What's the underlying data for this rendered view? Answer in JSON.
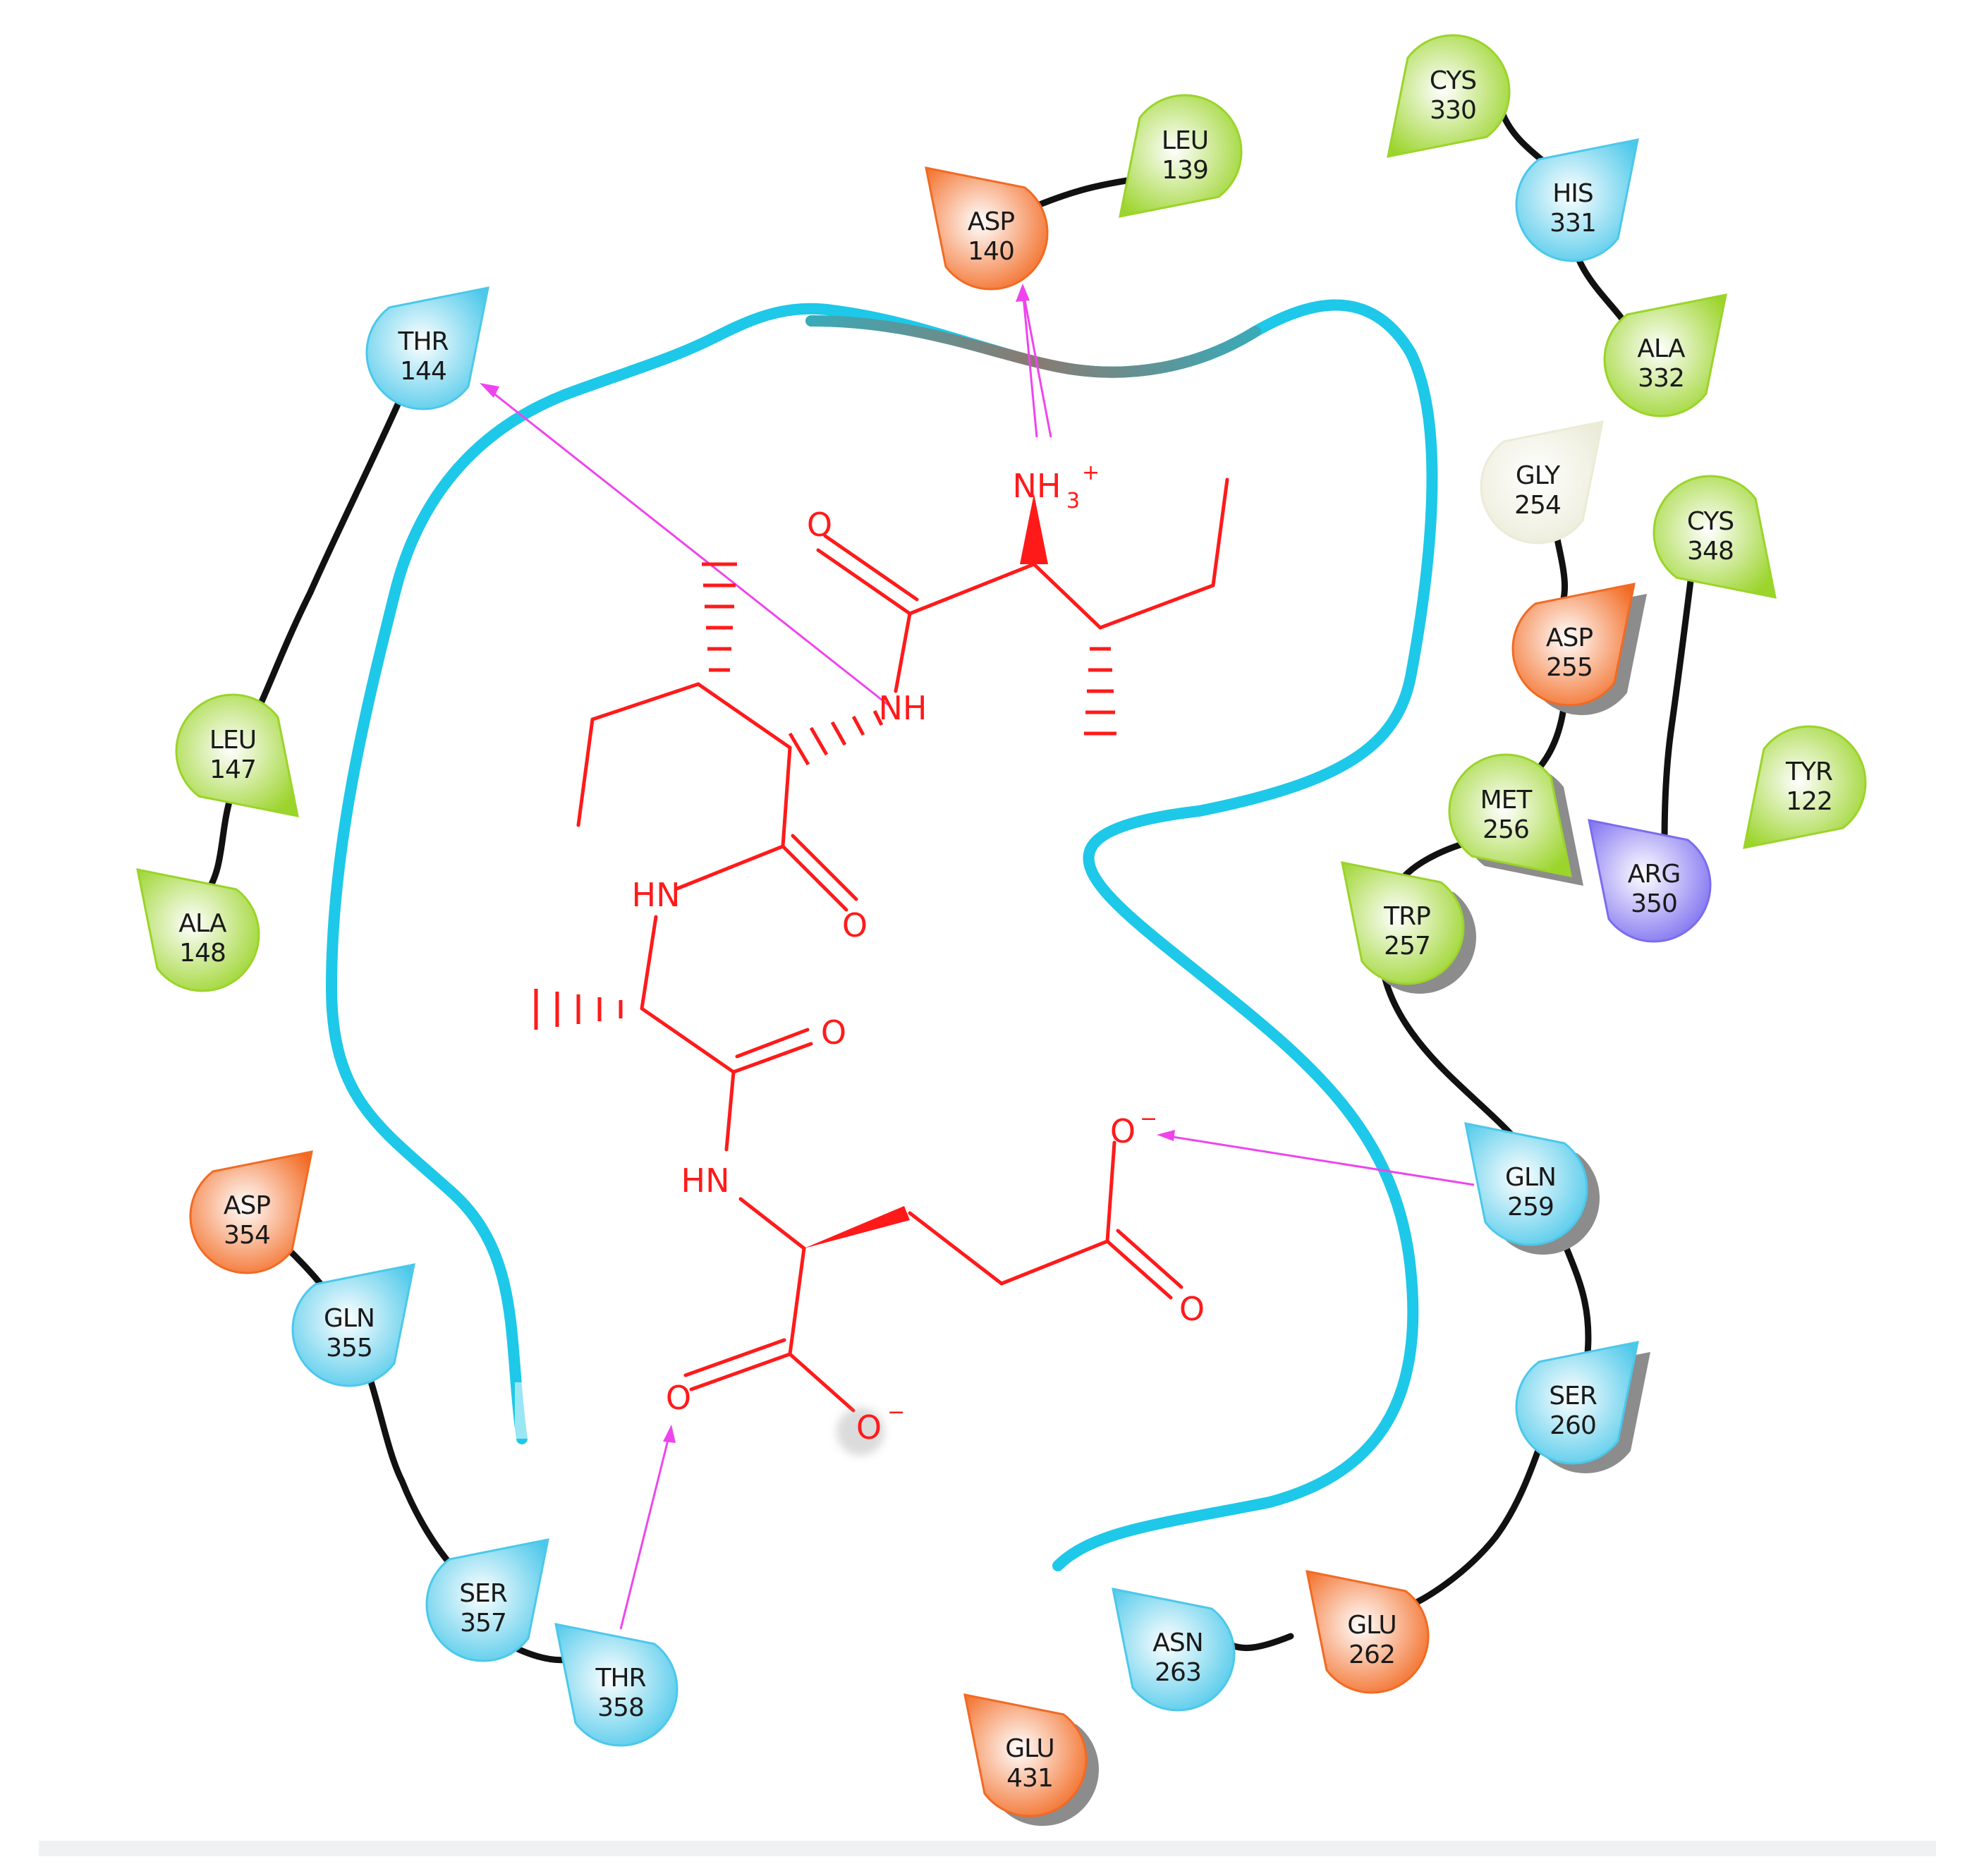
{
  "colors": {
    "hydrophobic": "#9bd42a",
    "polar": "#4cc8ea",
    "negative": "#f26a22",
    "positive": "#7a6cf0",
    "glycine": "#ebebd8",
    "ligand": "#ff1a1a",
    "hbond": "#ee44ee",
    "pocket": "#1ec8e8",
    "chain": "#111111"
  },
  "residues": [
    {
      "id": "asp140",
      "name": "ASP",
      "num": "140",
      "type": "negative"
    },
    {
      "id": "leu139",
      "name": "LEU",
      "num": "139",
      "type": "hydrophobic"
    },
    {
      "id": "cys330",
      "name": "CYS",
      "num": "330",
      "type": "hydrophobic"
    },
    {
      "id": "his331",
      "name": "HIS",
      "num": "331",
      "type": "polar"
    },
    {
      "id": "ala332",
      "name": "ALA",
      "num": "332",
      "type": "hydrophobic"
    },
    {
      "id": "thr144",
      "name": "THR",
      "num": "144",
      "type": "polar"
    },
    {
      "id": "leu147",
      "name": "LEU",
      "num": "147",
      "type": "hydrophobic"
    },
    {
      "id": "ala148",
      "name": "ALA",
      "num": "148",
      "type": "hydrophobic"
    },
    {
      "id": "gly254",
      "name": "GLY",
      "num": "254",
      "type": "glycine"
    },
    {
      "id": "cys348",
      "name": "CYS",
      "num": "348",
      "type": "hydrophobic"
    },
    {
      "id": "asp255",
      "name": "ASP",
      "num": "255",
      "type": "negative"
    },
    {
      "id": "met256",
      "name": "MET",
      "num": "256",
      "type": "hydrophobic"
    },
    {
      "id": "tyr122",
      "name": "TYR",
      "num": "122",
      "type": "hydrophobic"
    },
    {
      "id": "arg350",
      "name": "ARG",
      "num": "350",
      "type": "positive"
    },
    {
      "id": "trp257",
      "name": "TRP",
      "num": "257",
      "type": "hydrophobic"
    },
    {
      "id": "gln259",
      "name": "GLN",
      "num": "259",
      "type": "polar"
    },
    {
      "id": "ser260",
      "name": "SER",
      "num": "260",
      "type": "polar"
    },
    {
      "id": "glu262",
      "name": "GLU",
      "num": "262",
      "type": "negative"
    },
    {
      "id": "asn263",
      "name": "ASN",
      "num": "263",
      "type": "polar"
    },
    {
      "id": "glu431",
      "name": "GLU",
      "num": "431",
      "type": "negative"
    },
    {
      "id": "asp354",
      "name": "ASP",
      "num": "354",
      "type": "negative"
    },
    {
      "id": "gln355",
      "name": "GLN",
      "num": "355",
      "type": "polar"
    },
    {
      "id": "ser357",
      "name": "SER",
      "num": "357",
      "type": "polar"
    },
    {
      "id": "thr358",
      "name": "THR",
      "num": "358",
      "type": "polar"
    }
  ],
  "ligand_labels": {
    "nh3": "NH",
    "nh3_sub": "3",
    "nh3_charge": "+",
    "o1": "O",
    "nh1": "NH",
    "hn1": "HN",
    "o2": "O",
    "o3": "O",
    "hn2": "HN",
    "o_minus_top": "O",
    "o_minus_top_charge": "−",
    "o4": "O",
    "o5": "O",
    "o_minus_bottom": "O",
    "o_minus_bottom_charge": "−"
  },
  "hbonds": [
    {
      "from": "nh3",
      "to": "asp140"
    },
    {
      "from": "nh1",
      "to": "thr144"
    },
    {
      "from": "gln259",
      "to": "o_minus_top"
    },
    {
      "from": "thr358",
      "to": "o5"
    }
  ]
}
